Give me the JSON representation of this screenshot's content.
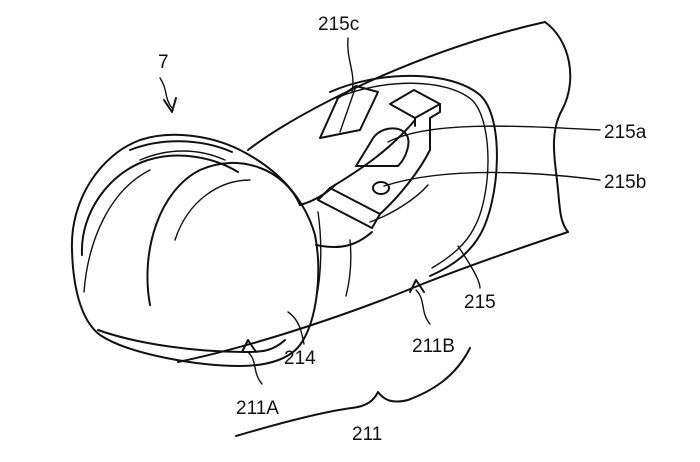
{
  "figure": {
    "labels": {
      "device": "7",
      "cap": "214",
      "sleeve": "215",
      "sleeve_a": "215a",
      "sleeve_b": "215b",
      "sleeve_c": "215c",
      "tube": "211",
      "tube_a": "211A",
      "tube_b": "211B"
    }
  }
}
